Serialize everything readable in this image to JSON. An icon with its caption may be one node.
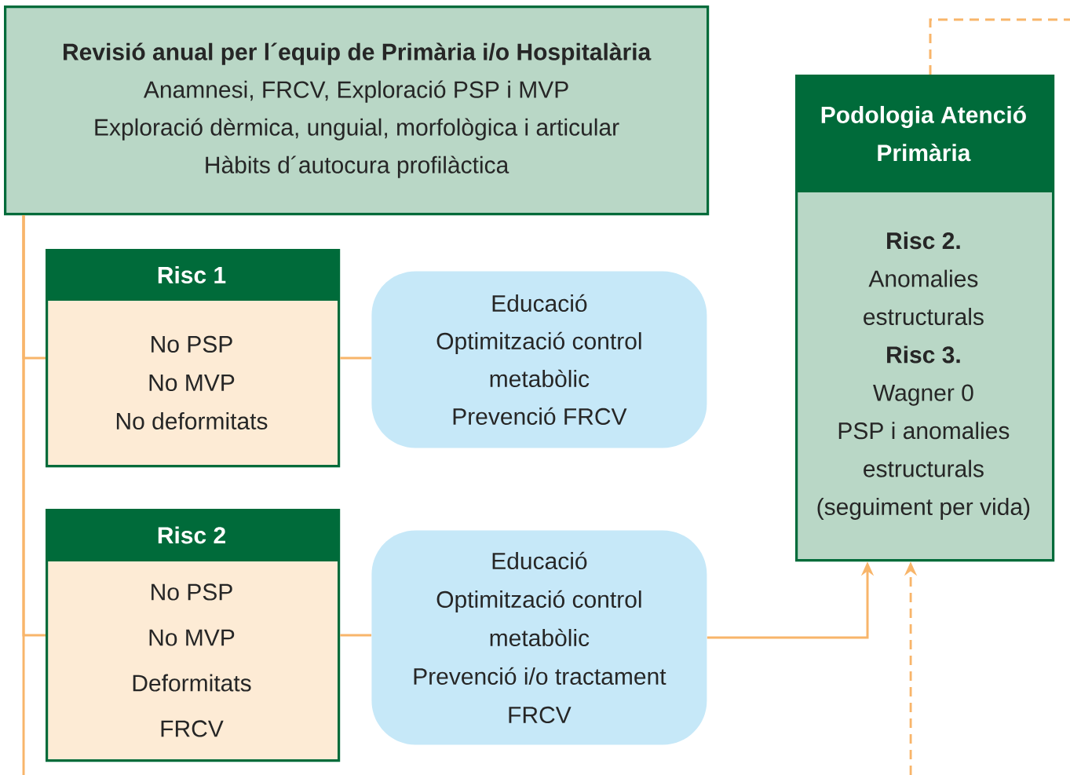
{
  "diagram": {
    "nodes": [
      {
        "text": [
          "Revisió anual per l´equip de Primària i/o Hospitalària",
          "Anamnesi, FRCV, Exploració PSP i MVP",
          "Exploració dèrmica, unguial, morfològica i articular",
          "Hàbits d´autocura profilàctica"
        ]
      },
      {
        "text": [
          "Risc 1",
          "No PSP",
          "No MVP",
          "No deformitats"
        ]
      },
      {
        "text": [
          "Educació",
          "Optimització control metabòlic",
          "Prevenció FRCV"
        ]
      },
      {
        "text": [
          "Risc 2",
          "No PSP",
          "No MVP",
          "Deformitats",
          "FRCV"
        ]
      },
      {
        "text": [
          "Educació",
          "Optimització control metabòlic",
          "Prevenció i/o tractament FRCV"
        ]
      },
      {
        "text": [
          "Podologia Atenció Primària",
          "Risc 2.",
          "Anomalies estructurals",
          "Risc 3.",
          "Wagner 0",
          "PSP i anomalies estructurals",
          "(seguiment per vida)"
        ]
      }
    ],
    "edges": [
      {
        "from": 0,
        "to": 1,
        "arrow": "none"
      },
      {
        "from": 0,
        "to": 3,
        "arrow": "none"
      },
      {
        "from": 0,
        "to": null,
        "arrow": "none"
      },
      {
        "from": 1,
        "to": 2,
        "arrow": "none"
      },
      {
        "from": 3,
        "to": 4,
        "arrow": "none"
      },
      {
        "from": 4,
        "to": 5,
        "arrow": "to"
      },
      {
        "from": null,
        "to": 5,
        "arrow": "to",
        "style": "dashed"
      },
      {
        "from": 5,
        "to": null,
        "arrow": "none",
        "style": "dashed"
      }
    ]
  }
}
